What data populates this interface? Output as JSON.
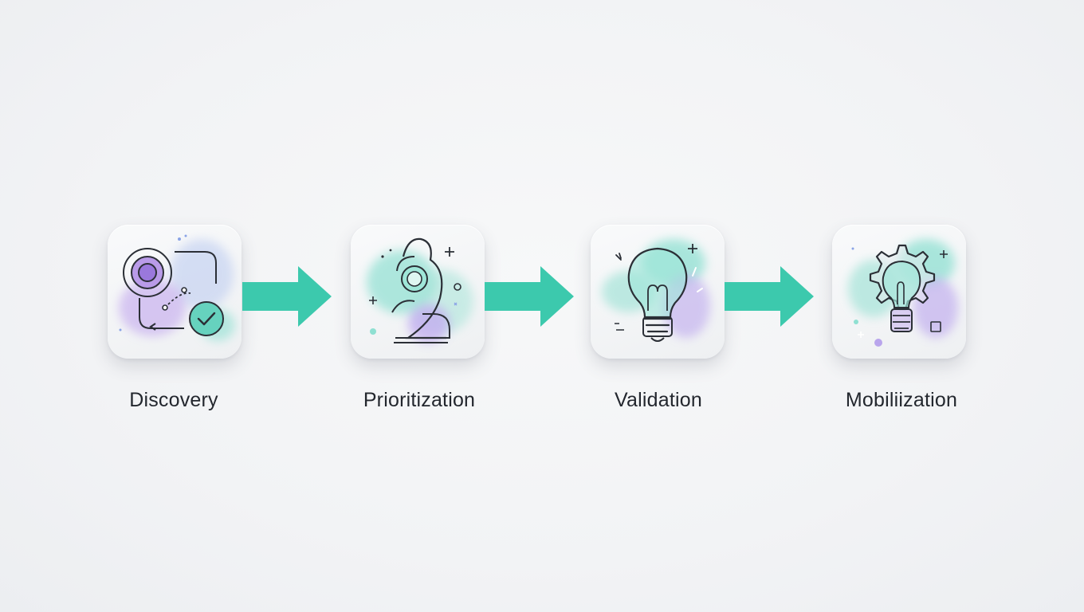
{
  "diagram": {
    "steps": [
      {
        "label": "Discovery",
        "icon": "target-flow-check-icon"
      },
      {
        "label": "Prioritization",
        "icon": "number-two-person-icon"
      },
      {
        "label": "Validation",
        "icon": "lightbulb-icon"
      },
      {
        "label": "Mobiliization",
        "icon": "gear-lightbulb-icon"
      }
    ],
    "colors": {
      "arrow": "#3cc9ad",
      "teal_blob": "#8fe0d2",
      "purple_blob": "#c7b6ef",
      "line": "#2b2f36",
      "background": "#f3f4f6"
    }
  }
}
